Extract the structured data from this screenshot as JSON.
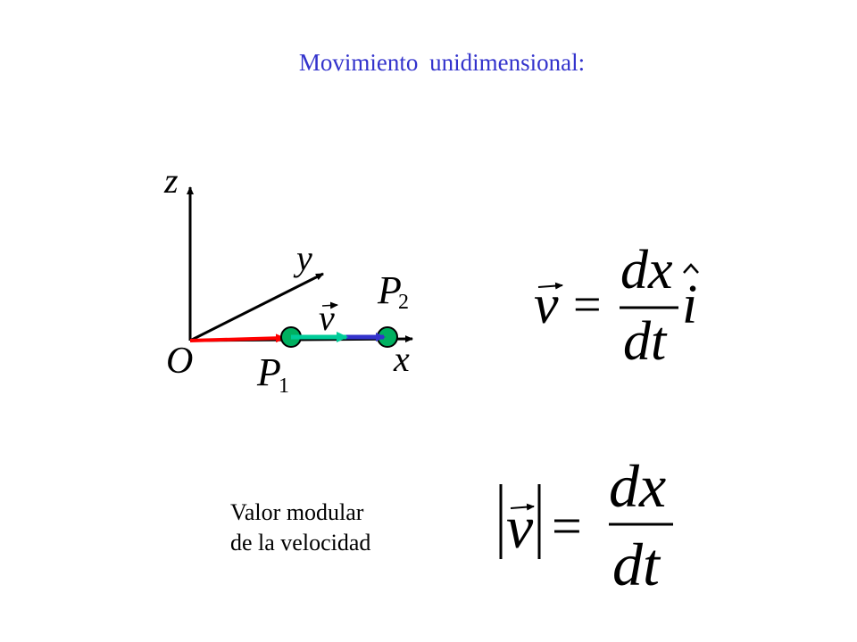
{
  "title": "Movimiento unidimensional:",
  "diagram": {
    "axis_z": "z",
    "axis_y": "y",
    "axis_x": "x",
    "origin": "O",
    "point_1": {
      "letter": "P",
      "sub": "1"
    },
    "point_2": {
      "letter": "P",
      "sub": "2"
    },
    "vector_label": "v",
    "colors": {
      "axes": "#000000",
      "position_vector": "#ff0000",
      "displacement": "#3333cc",
      "velocity": "#00cc99",
      "points": "#00b060"
    }
  },
  "formula_1": {
    "lhs": "v",
    "equals": "=",
    "numerator": "dx",
    "denominator": "dt",
    "unit_vector": "i"
  },
  "formula_2": {
    "lhs": "v",
    "equals": "=",
    "numerator": "dx",
    "denominator": "dt"
  },
  "caption": {
    "line1": "Valor modular",
    "line2": "de la velocidad"
  }
}
